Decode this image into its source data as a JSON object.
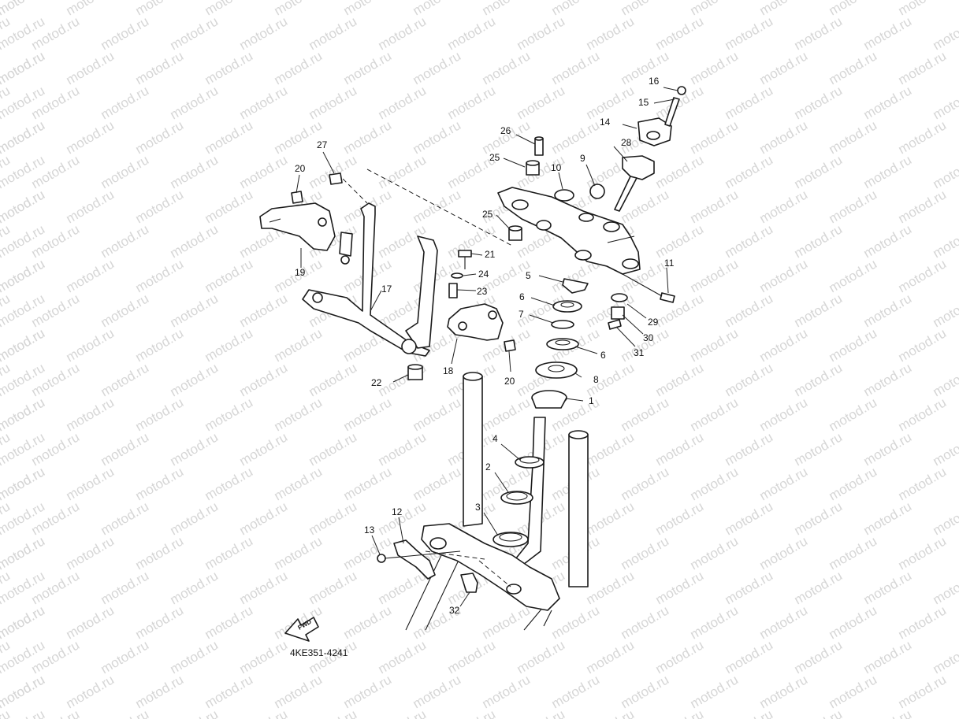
{
  "watermark": {
    "text": "motod.ru",
    "color": "#d6d6d6"
  },
  "diagram": {
    "code": "4KE351-4241",
    "fwd_marker": "FWD",
    "part_numbers": [
      "1",
      "2",
      "3",
      "4",
      "5",
      "6",
      "6",
      "7",
      "8",
      "9",
      "10",
      "11",
      "12",
      "13",
      "14",
      "15",
      "16",
      "17",
      "18",
      "19",
      "20",
      "20",
      "21",
      "22",
      "23",
      "24",
      "25",
      "25",
      "26",
      "27",
      "28",
      "29",
      "30",
      "31",
      "32"
    ]
  },
  "colors": {
    "ink": "#1a1a1a",
    "paper": "#ffffff"
  }
}
